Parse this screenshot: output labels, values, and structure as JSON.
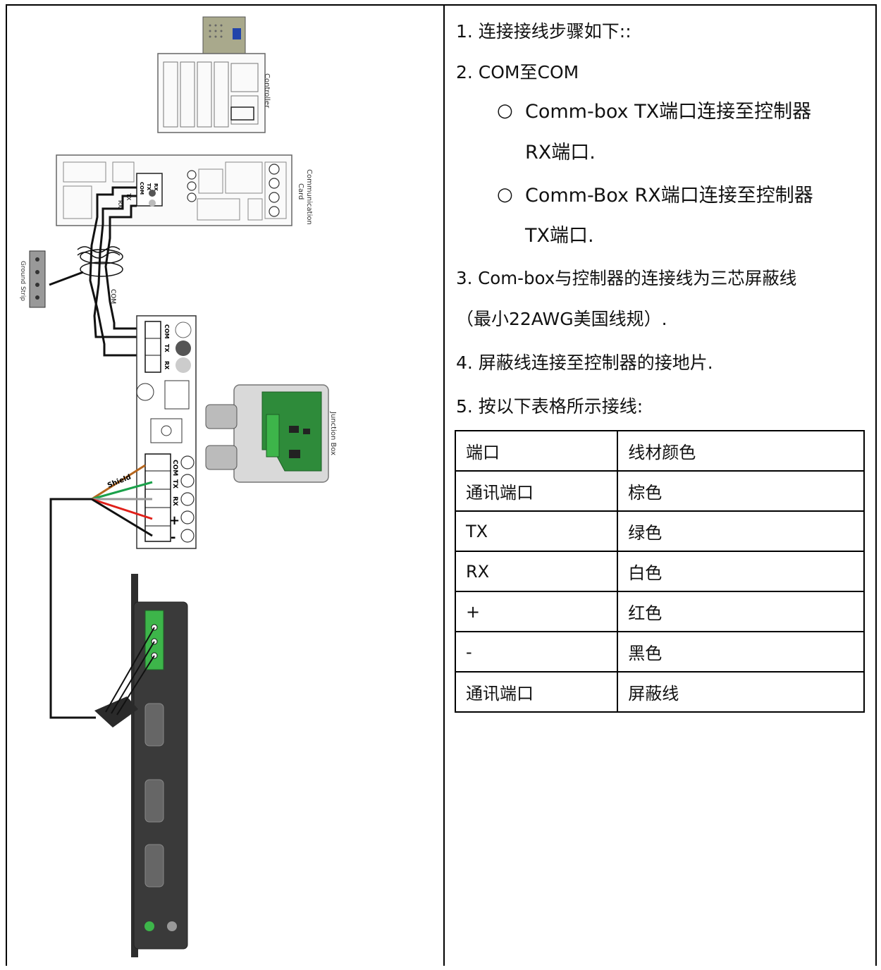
{
  "diagram": {
    "controller_label": "Controller",
    "comm_card_label_1": "Communication",
    "comm_card_label_2": "Card",
    "ground_strip_label": "Ground Strip",
    "com_wire_label": "COM",
    "tx_wire_label": "TX",
    "rx_wire_label": "RX",
    "junction_box_label": "Junction Box",
    "shield_label": "Shield",
    "terminal_com": "COM",
    "terminal_tx": "TX",
    "terminal_rx": "RX",
    "terminal_plus": "+",
    "terminal_minus": "-"
  },
  "steps": {
    "s1": "1. 连接接线步骤如下::",
    "s2": "2. COM至COM",
    "s2a_1": "Comm-box TX端口连接至控制器",
    "s2a_2": "RX端口.",
    "s2b_1": "Comm-Box RX端口连接至控制器",
    "s2b_2": "TX端口.",
    "s3_1": "3. Com-box与控制器的连接线为三芯屏蔽线",
    "s3_2": "（最小22AWG美国线规）.",
    "s4": "4. 屏蔽线连接至控制器的接地片.",
    "s5": "5. 按以下表格所示接线:",
    "bullet": "○"
  },
  "wire_table": {
    "header": [
      "端口",
      "线材颜色"
    ],
    "rows": [
      [
        "通讯端口",
        "棕色"
      ],
      [
        "TX",
        "绿色"
      ],
      [
        "RX",
        "白色"
      ],
      [
        "+",
        "红色"
      ],
      [
        "-",
        "黑色"
      ],
      [
        "通讯端口",
        "屏蔽线"
      ]
    ]
  },
  "colors": {
    "wire_green": "#1aa14a",
    "wire_red": "#e0201a",
    "terminal_green": "#3db54a",
    "pcb_green": "#2e8b3a",
    "enclosure_dark": "#3a3a3a"
  }
}
